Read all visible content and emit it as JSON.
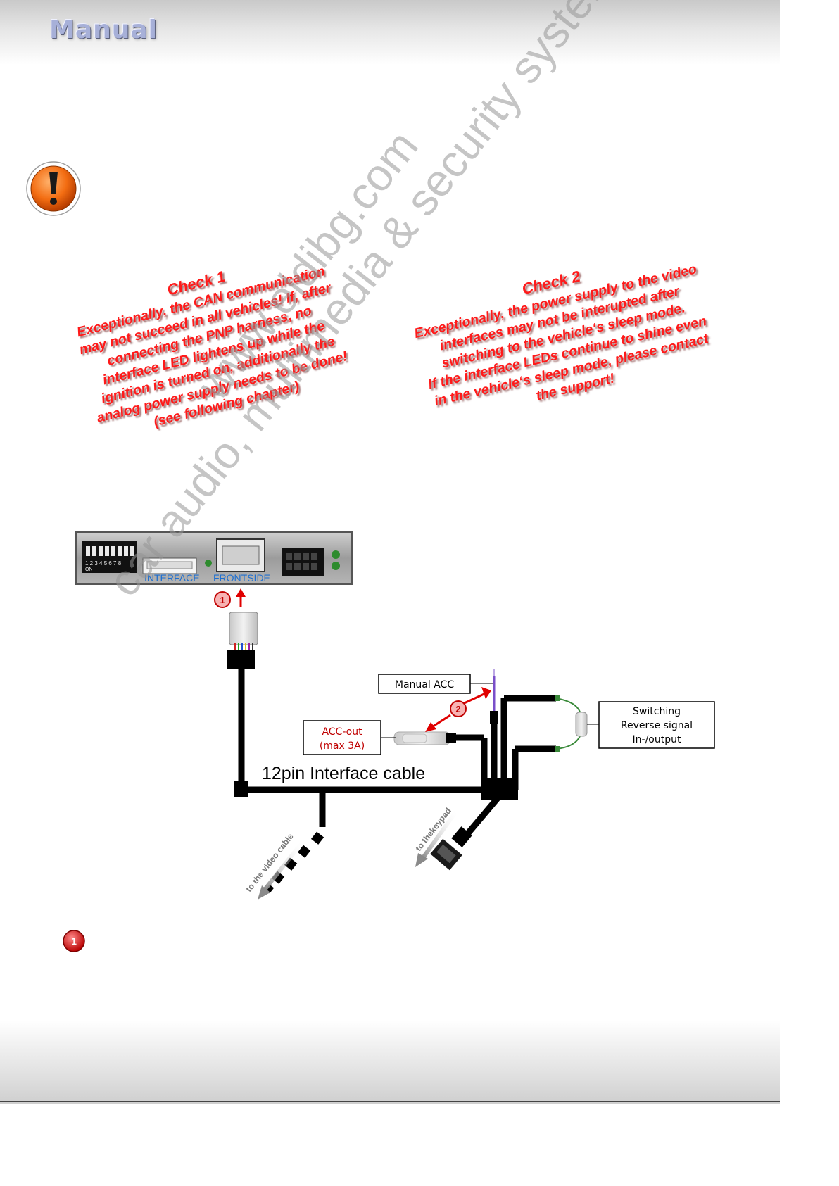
{
  "header": {
    "title": "Manual"
  },
  "icons": {
    "warning": "exclamation-warning-icon",
    "step_badge": "numbered-step-badge"
  },
  "colors": {
    "accent_red": "#ff1a1a",
    "callout_red": "#c00000",
    "interface_text_blue": "#1e6fd0",
    "wire_black": "#000000"
  },
  "checks": {
    "check1": {
      "title": "Check 1",
      "lines": [
        "Exceptionally, the CAN communication",
        "may not succeed in all vehicles! If, after",
        "connecting the PNP harness, no",
        "interface LED lightens up while the",
        "ignition is turned on, additionally the",
        "analog power supply needs to be done!",
        "(see following chapter)"
      ]
    },
    "check2": {
      "title": "Check 2",
      "lines": [
        "Exceptionally, the power supply to the video",
        "interfaces may not be interupted after",
        "switching to the vehicle‘s sleep mode.",
        "If the interface LEDs continue to shine even",
        "in the vehicle‘s sleep mode, please contact",
        "the support!"
      ]
    }
  },
  "watermark": {
    "line1": "www.eldibg.com",
    "line2": "car audio, multimedia & security systems"
  },
  "diagram": {
    "dip_labels": "1 2 3 4 5 6 7 8",
    "dip_on": "ON",
    "interface_label": "INTERFACE",
    "frontside_label": "FRONTSIDE",
    "step1": "1",
    "step2": "2",
    "manual_acc": "Manual ACC",
    "acc_out_line1": "ACC-out",
    "acc_out_line2": "(max 3A)",
    "switching_line1": "Switching",
    "switching_line2": "Reverse signal",
    "switching_line3": "In-/output",
    "cable_title": "12pin Interface cable",
    "video_cable": "to the video cable",
    "keypad": "to thekeypad"
  },
  "footnote": {
    "step": "1"
  }
}
